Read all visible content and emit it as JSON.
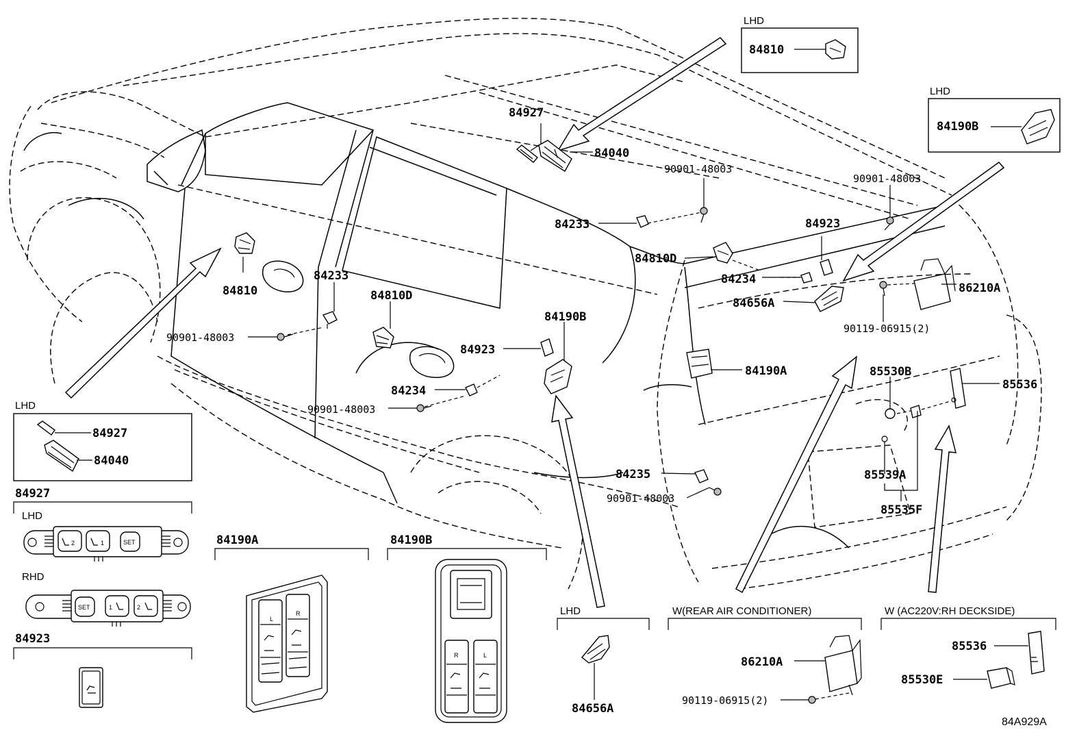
{
  "diagram": {
    "callouts": {
      "c84927_top": "84927",
      "c84040_top": "84040",
      "c90901_a": "90901-48003",
      "c90901_b": "90901-48003",
      "c90901_c": "90901-48003",
      "c90901_d": "90901-48003",
      "c90901_e": "90901-48003",
      "c84233_a": "84233",
      "c84233_b": "84233",
      "c84810_main": "84810",
      "c84810d_a": "84810D",
      "c84810d_b": "84810D",
      "c84190b_main": "84190B",
      "c84923_a": "84923",
      "c84923_b": "84923",
      "c84234_a": "84234",
      "c84234_b": "84234",
      "c84656a_main": "84656A",
      "c86210a_main": "86210A",
      "c90119_main": "90119-06915(2)",
      "c84190a_main": "84190A",
      "c85530b": "85530B",
      "c85536_main": "85536",
      "c85539a": "85539A",
      "c85535f": "85535F",
      "c84235": "84235"
    },
    "insets": {
      "lhd_84810": {
        "header": "LHD",
        "part": "84810"
      },
      "lhd_84190b": {
        "header": "LHD",
        "part": "84190B"
      },
      "lhd_switch": {
        "header": "LHD",
        "part1": "84927",
        "part2": "84040"
      },
      "p84927": {
        "title": "84927",
        "lhd": "LHD",
        "rhd": "RHD",
        "btn_lhd": [
          "2",
          "1",
          "SET"
        ],
        "btn_rhd": [
          "SET",
          "1",
          "2"
        ]
      },
      "p84923": {
        "title": "84923"
      },
      "p84190a": {
        "title": "84190A",
        "labels": [
          "L",
          "R"
        ]
      },
      "p84190b": {
        "title": "84190B",
        "labels": [
          "R",
          "L"
        ]
      },
      "lhd_84656a": {
        "header": "LHD",
        "part": "84656A"
      },
      "rear_ac": {
        "header": "W(REAR AIR CONDITIONER)",
        "part1": "86210A",
        "part2": "90119-06915(2)"
      },
      "ac220": {
        "header": "W (AC220V:RH DECKSIDE)",
        "part1": "85536",
        "part2": "85530E"
      }
    },
    "figure_code": "84A929A"
  }
}
